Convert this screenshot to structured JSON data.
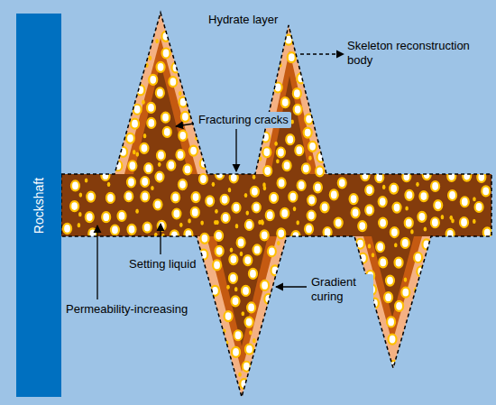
{
  "diagram": {
    "nodes": [
      {
        "text": [
          "Rockshaft"
        ]
      }
    ],
    "labels": [
      "Hydrate layer",
      "Fracturing cracks",
      "Skeleton reconstruction body",
      "Setting liquid",
      "Permeability-increasing",
      "Gradient curing"
    ]
  }
}
